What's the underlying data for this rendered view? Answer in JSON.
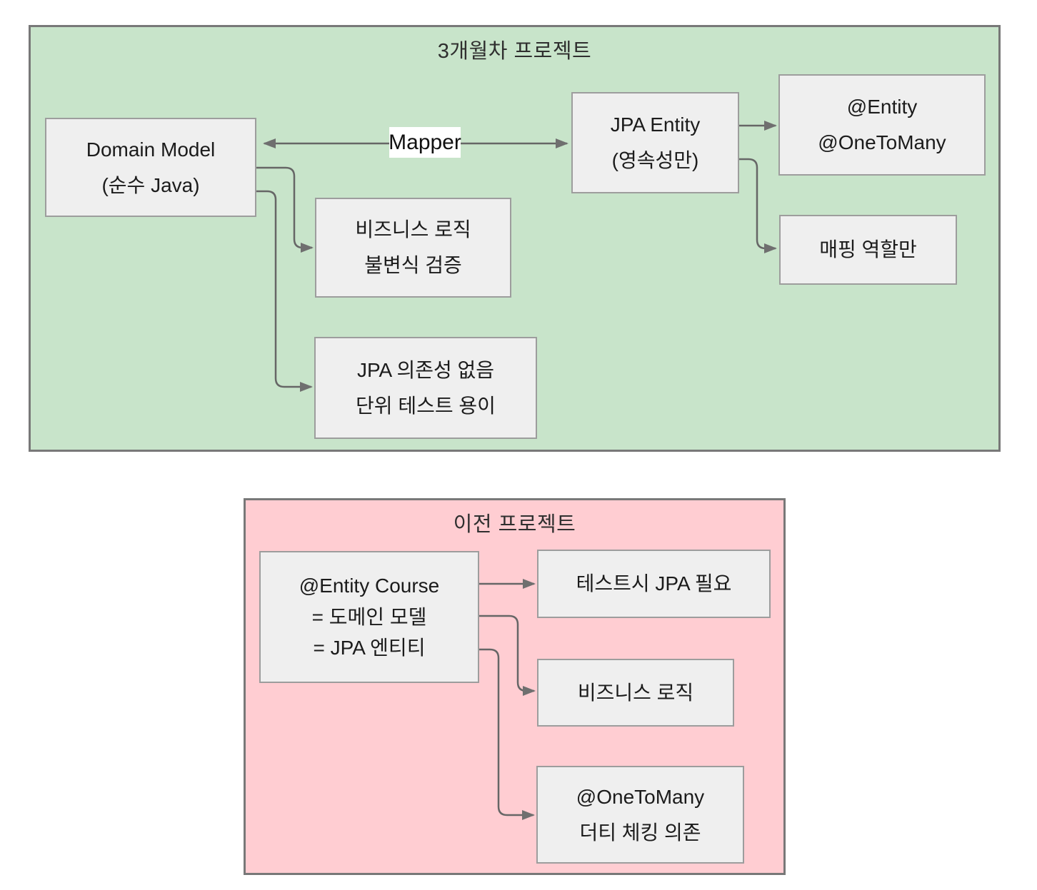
{
  "colors": {
    "green_section_bg": "#c8e4ca",
    "pink_section_bg": "#ffcdd2",
    "node_bg": "#efefef",
    "node_border": "#9d9d9d",
    "section_border": "#787878",
    "arrow": "#666666"
  },
  "green_section": {
    "title": "3개월차 프로젝트",
    "nodes": {
      "domain_model": {
        "lines": [
          "Domain Model",
          "(순수 Java)"
        ]
      },
      "jpa_entity": {
        "lines": [
          "JPA Entity",
          "(영속성만)"
        ]
      },
      "entity_onetomany": {
        "lines": [
          "@Entity",
          "@OneToMany"
        ]
      },
      "mapping_role": {
        "lines": [
          "매핑 역할만"
        ]
      },
      "business_invariant": {
        "lines": [
          "비즈니스 로직",
          "불변식 검증"
        ]
      },
      "no_jpa_dep": {
        "lines": [
          "JPA 의존성 없음",
          "단위 테스트 용이"
        ]
      }
    }
  },
  "pink_section": {
    "title": "이전 프로젝트",
    "nodes": {
      "entity_course": {
        "lines": [
          "@Entity Course",
          "= 도메인 모델",
          "= JPA 엔티티"
        ]
      },
      "test_jpa": {
        "lines": [
          "테스트시 JPA 필요"
        ]
      },
      "business_logic": {
        "lines": [
          "비즈니스 로직"
        ]
      },
      "onetomany_dirty": {
        "lines": [
          "@OneToMany",
          "더티 체킹 의존"
        ]
      }
    }
  },
  "edges": [
    {
      "from": "domain_model",
      "to": "jpa_entity",
      "label": "Mapper",
      "bidirectional": true
    },
    {
      "from": "jpa_entity",
      "to": "entity_onetomany"
    },
    {
      "from": "jpa_entity",
      "to": "mapping_role"
    },
    {
      "from": "domain_model",
      "to": "business_invariant"
    },
    {
      "from": "domain_model",
      "to": "no_jpa_dep"
    },
    {
      "from": "entity_course",
      "to": "test_jpa"
    },
    {
      "from": "entity_course",
      "to": "business_logic"
    },
    {
      "from": "entity_course",
      "to": "onetomany_dirty"
    }
  ]
}
